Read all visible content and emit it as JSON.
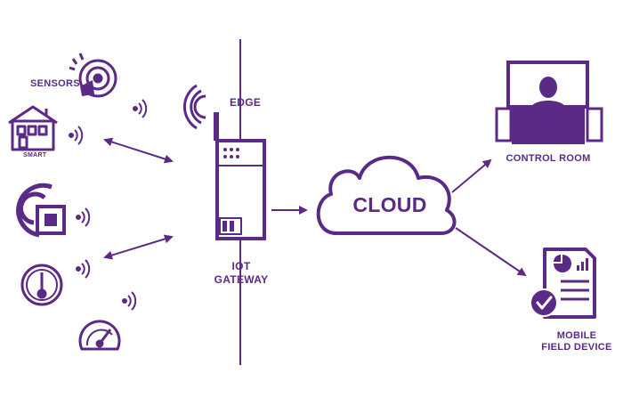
{
  "labels": {
    "sensors": "SENSORS",
    "smart": "SMART",
    "edge": "EDGE",
    "iot_line1": "IOT",
    "iot_line2": "GATEWAY",
    "cloud": "CLOUD",
    "control_room": "CONTROL ROOM",
    "mobile_line1": "MOBILE",
    "mobile_line2": "FIELD DEVICE"
  },
  "icons": {
    "sensor_radar": "radar-sensor-icon",
    "smart_home": "smart-home-icon",
    "target_sensor": "target-sensor-icon",
    "thermometer": "thermometer-gauge-icon",
    "speedometer": "speedometer-icon",
    "gateway": "iot-gateway-icon",
    "cloud": "cloud-icon",
    "control_room": "control-room-icon",
    "document": "report-document-icon"
  },
  "colors": {
    "primary": "#5b2a86",
    "background": "#ffffff"
  }
}
